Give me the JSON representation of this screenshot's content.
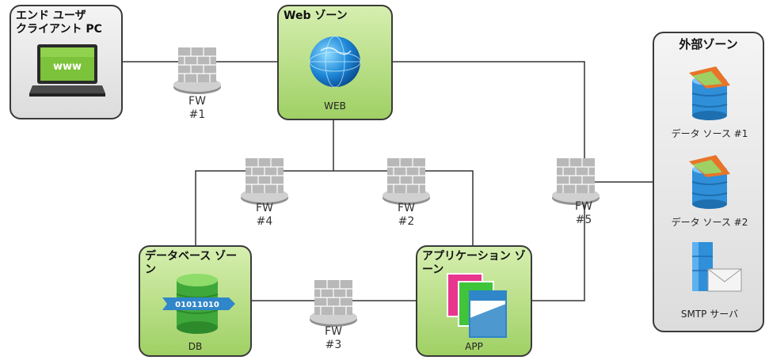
{
  "zones": {
    "client": {
      "title_line1": "エンド ユーザ",
      "title_line2": "クライアント PC",
      "screen_text": "www"
    },
    "web": {
      "title": "Web ゾーン",
      "label": "WEB"
    },
    "db": {
      "title_line1": "データベース ゾー",
      "title_line2": "ン",
      "label": "DB",
      "drum_text": "01011010"
    },
    "app": {
      "title_line1": "アプリケーション ゾ",
      "title_line2": "ーン",
      "label": "APP"
    },
    "external": {
      "title": "外部ゾーン"
    }
  },
  "external_items": [
    {
      "label": "データ ソース #1",
      "icon": "database-icon"
    },
    {
      "label": "データ ソース #2",
      "icon": "database-icon"
    },
    {
      "label": "SMTP サーバ",
      "icon": "mail-server-icon"
    }
  ],
  "firewalls": [
    {
      "name": "FW",
      "number": "#1"
    },
    {
      "name": "FW",
      "number": "#2"
    },
    {
      "name": "FW",
      "number": "#3"
    },
    {
      "name": "FW",
      "number": "#4"
    },
    {
      "name": "FW",
      "number": "#5"
    }
  ],
  "colors": {
    "zone_green": "#9fd064",
    "zone_gray": "#dcdcdc",
    "firewall": "#b8b8b8",
    "globe": "#1e88d8",
    "db_green": "#3fa83a",
    "datasource_blue": "#2f8fd8",
    "datasource_orange": "#e8742a"
  }
}
